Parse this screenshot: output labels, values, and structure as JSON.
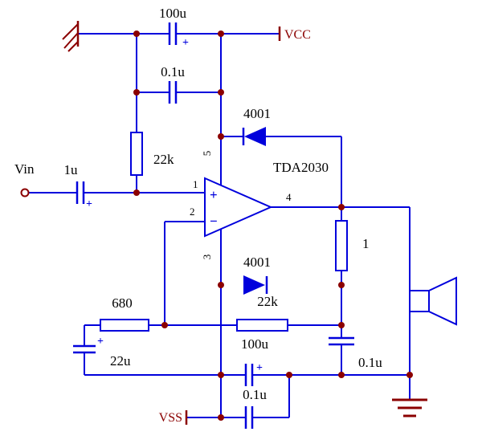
{
  "colors": {
    "wire": "#0000DC",
    "junction": "#8B0000",
    "label": "#000000",
    "power": "#8B0000",
    "background": "#FFFFFF"
  },
  "labels": {
    "vin": "Vin",
    "vcc": "VCC",
    "vss": "VSS",
    "ic": "TDA2030",
    "cap_supply_top_bulk": "100u",
    "cap_supply_top_bypass": "0.1u",
    "res_input_bias": "22k",
    "diode_top": "4001",
    "diode_bottom": "4001",
    "cap_input": "1u",
    "res_feedback": "22k",
    "res_series": "680",
    "cap_feedback": "22u",
    "cap_supply_bottom_bulk": "100u",
    "cap_supply_bottom_bypass": "0.1u",
    "res_zobel": "1",
    "cap_zobel": "0.1u",
    "plus_sign": "+",
    "minus_sign": "−",
    "pin_1": "1",
    "pin_2": "2",
    "pin_3": "3",
    "pin_4": "4",
    "pin_5": "5"
  }
}
